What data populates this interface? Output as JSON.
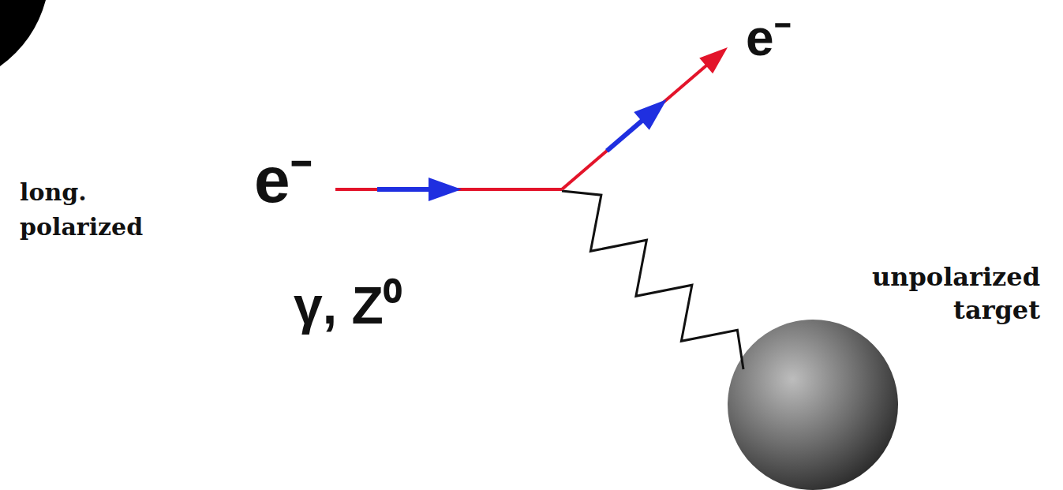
{
  "diagram": {
    "labels": [
      "long. polarized",
      "e⁻",
      "e⁻",
      "γ, Z⁰",
      "unpolarized target"
    ]
  }
}
